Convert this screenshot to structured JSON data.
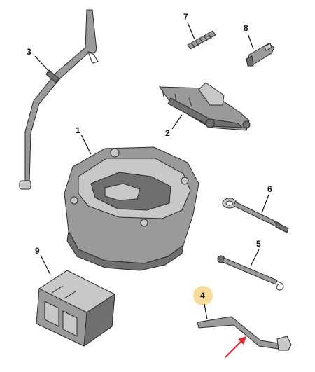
{
  "callouts": [
    {
      "id": "1",
      "label": "1"
    },
    {
      "id": "2",
      "label": "2"
    },
    {
      "id": "3",
      "label": "3"
    },
    {
      "id": "4",
      "label": "4",
      "highlighted": true
    },
    {
      "id": "5",
      "label": "5"
    },
    {
      "id": "6",
      "label": "6"
    },
    {
      "id": "7",
      "label": "7"
    },
    {
      "id": "8",
      "label": "8"
    },
    {
      "id": "9",
      "label": "9"
    }
  ],
  "colors": {
    "highlight_circle": "#f7dc9c",
    "pointer_arrow": "#e8202a",
    "part_fill": "#8f8f8f",
    "outline": "#2a2a2a"
  }
}
